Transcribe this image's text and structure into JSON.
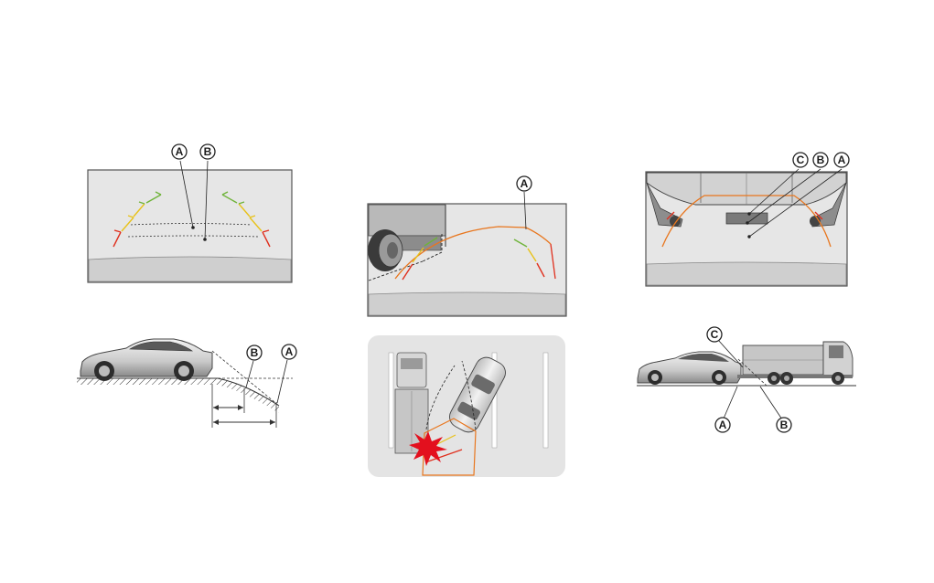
{
  "callouts": {
    "A": "A",
    "B": "B",
    "C": "C"
  },
  "colors": {
    "screen_bg": "#e6e6e6",
    "screen_frame": "#555555",
    "ground": "#cfcfcf",
    "guide_red": "#e0301e",
    "guide_yellow": "#e8c21a",
    "guide_green": "#6fb33a",
    "guide_orange": "#e8761e",
    "panel_bg": "#e4e4e4",
    "impact_star": "#e3101e"
  },
  "icons": [
    "car-side-icon",
    "car-top-icon",
    "truck-icon",
    "tire-icon",
    "impact-star-icon"
  ]
}
